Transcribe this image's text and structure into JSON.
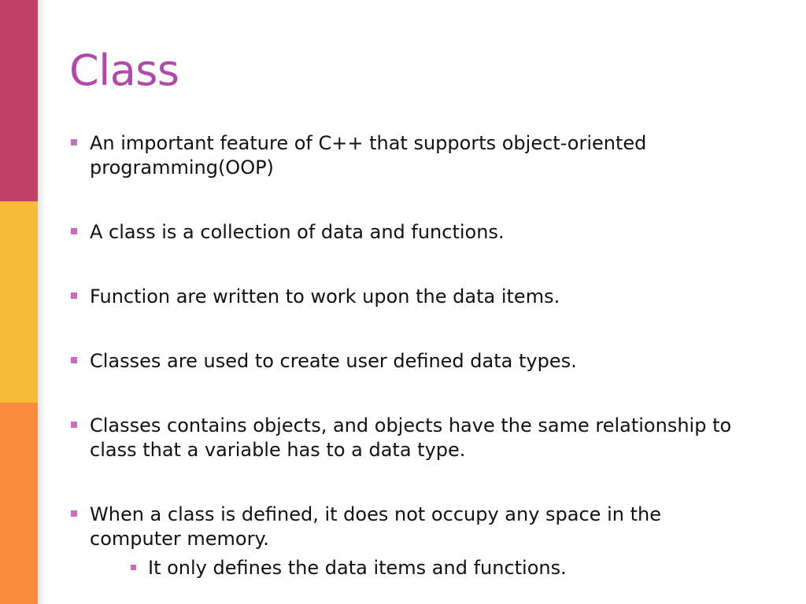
{
  "slide": {
    "title": "Class",
    "bullets": [
      {
        "text": "An important feature of C++ that supports object-oriented programming(OOP)"
      },
      {
        "text": "A class is a collection of data and functions."
      },
      {
        "text": "Function are written to work upon the data items."
      },
      {
        "text": "Classes are used to create user defined data types."
      },
      {
        "text": "Classes contains objects, and objects have the same relationship to class that a variable has to a data type."
      },
      {
        "text": "When a class is defined, it does not occupy any space in the computer memory.",
        "sub_bullets": [
          {
            "text": "It only defines the data items and functions."
          }
        ]
      }
    ]
  },
  "colors": {
    "title": "#b04aa8",
    "bullet_marker": "#c86cc0",
    "body_text": "#111111",
    "bar_segments": [
      "#c0406a",
      "#f8b83a",
      "#f88c3a"
    ]
  }
}
